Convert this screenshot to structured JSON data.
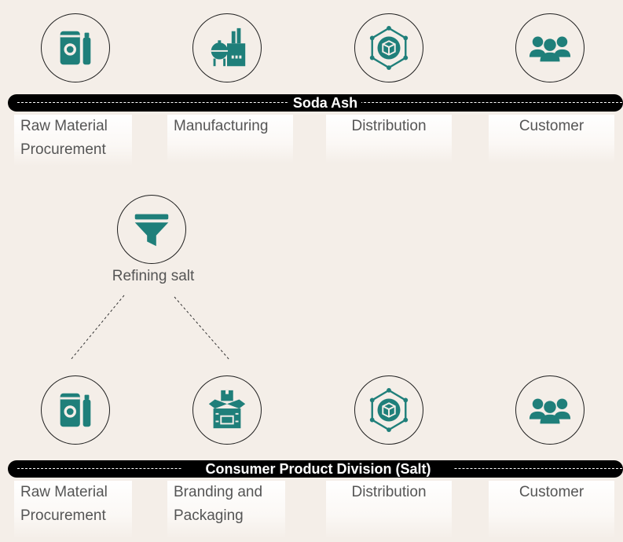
{
  "colors": {
    "background": "#f4eee8",
    "icon_teal": "#1f7f7a",
    "bar": "#000000"
  },
  "top_row": {
    "bar_label": "Soda Ash",
    "stages": [
      {
        "label": "Raw Material Procurement",
        "icon": "bag-bottle-icon"
      },
      {
        "label": "Manufacturing",
        "icon": "factory-icon"
      },
      {
        "label": "Distribution",
        "icon": "network-box-icon"
      },
      {
        "label": "Customer",
        "icon": "people-group-icon"
      }
    ]
  },
  "refining": {
    "label": "Refining salt",
    "icon": "funnel-icon"
  },
  "bottom_row": {
    "bar_label": "Consumer Product Division (Salt)",
    "stages": [
      {
        "label": "Raw Material Procurement",
        "icon": "bag-bottle-icon"
      },
      {
        "label": "Branding and Packaging",
        "icon": "open-box-icon"
      },
      {
        "label": "Distribution",
        "icon": "network-box-icon"
      },
      {
        "label": "Customer",
        "icon": "people-group-icon"
      }
    ]
  }
}
